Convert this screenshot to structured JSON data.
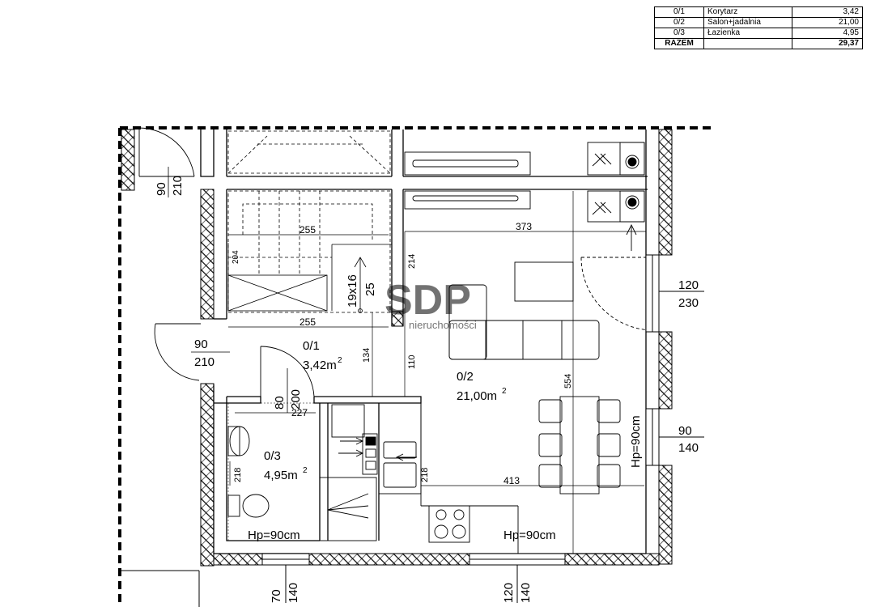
{
  "area_table": {
    "rows": [
      {
        "no": "0/1",
        "name": "Korytarz",
        "area": "3,42"
      },
      {
        "no": "0/2",
        "name": "Salon+jadalnia",
        "area": "21,00"
      },
      {
        "no": "0/3",
        "name": "Łazienka",
        "area": "4,95"
      }
    ],
    "total": {
      "label": "RAZEM",
      "area": "29,37"
    }
  },
  "rooms": {
    "corridor": {
      "no": "0/1",
      "area": "3,42m",
      "sup": "2"
    },
    "living": {
      "no": "0/2",
      "area": "21,00m",
      "sup": "2"
    },
    "bathroom": {
      "no": "0/3",
      "area": "4,95m",
      "sup": "2"
    }
  },
  "doors": {
    "entry_top": {
      "w": "90",
      "h": "210"
    },
    "corridor_left": {
      "w": "90",
      "h": "210"
    },
    "bathroom": {
      "w": "80",
      "h": "200"
    }
  },
  "windows": {
    "balcony": {
      "w": "120",
      "h": "230"
    },
    "right_lower": {
      "w": "90",
      "h": "140"
    },
    "bottom_left": {
      "w": "70",
      "h": "140"
    },
    "bottom_right": {
      "w": "120",
      "h": "140"
    }
  },
  "dimensions": {
    "d373": "373",
    "d255_top": "255",
    "d255_bottom": "255",
    "d204": "204",
    "d214": "214",
    "stairs_steps": "19x16",
    "d25": "25",
    "d134": "134",
    "d110": "110",
    "d554": "554",
    "d227": "227",
    "d218_bath": "218",
    "d218_kitchen": "218",
    "d413": "413"
  },
  "labels": {
    "hp_right": "Hp=90cm",
    "hp_bath": "Hp=90cm",
    "hp_kitchen": "Hp=90cm"
  },
  "watermark": {
    "main": "SDP",
    "sub": "nieruchomości"
  },
  "colors": {
    "line": "#000000",
    "watermark": "#e8a0a0",
    "hatch": "#000000"
  }
}
